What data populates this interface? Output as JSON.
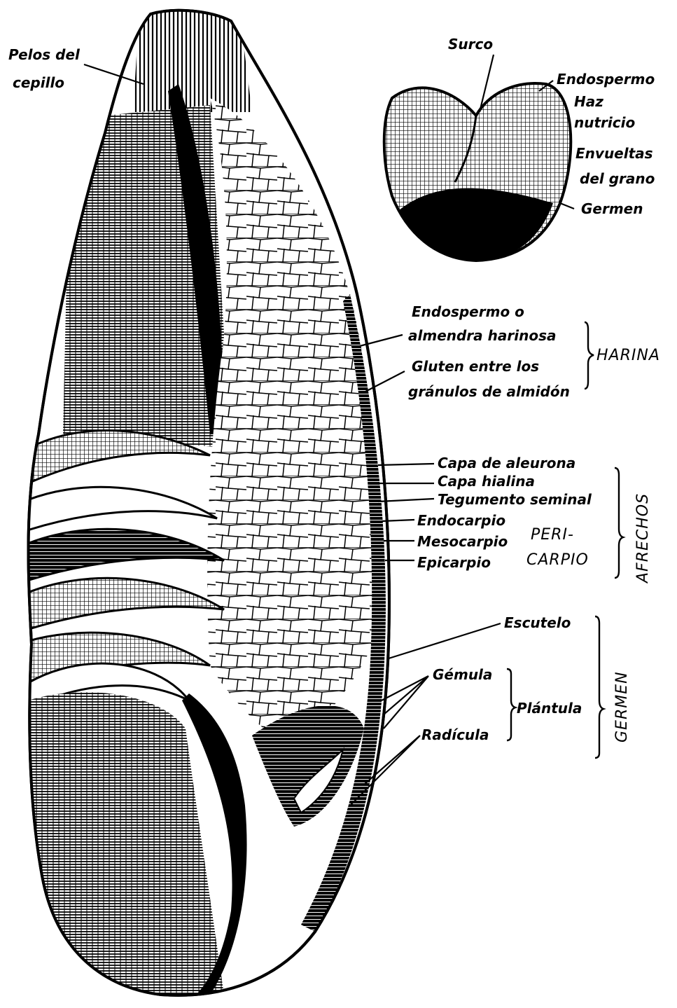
{
  "labels": {
    "pelos_line1": "Pelos del",
    "pelos_line2": "cepillo",
    "surco": "Surco",
    "endospermo_small": "Endospermo",
    "haz_line1": "Haz",
    "haz_line2": "nutricio",
    "envueltas_line1": "Envueltas",
    "envueltas_line2": "del grano",
    "germen_small": "Germen",
    "endospermo_line1": "Endospermo o",
    "endospermo_line2": "almendra harinosa",
    "gluten_line1": "Gluten entre los",
    "gluten_line2": "gránulos de almidón",
    "aleurona": "Capa de aleurona",
    "hialina": "Capa hialina",
    "tegumento": "Tegumento seminal",
    "endocarpio": "Endocarpio",
    "mesocarpio": "Mesocarpio",
    "epicarpio": "Epicarpio",
    "escutelo": "Escutelo",
    "gemula": "Gémula",
    "radicula": "Radícula",
    "plantula": "Plántula"
  },
  "groups": {
    "harina": "HARINA",
    "pericarpio_line1": "PERI-",
    "pericarpio_line2": "CARPIO",
    "afrechos": "AFRECHOS",
    "germen": "GERMEN"
  }
}
